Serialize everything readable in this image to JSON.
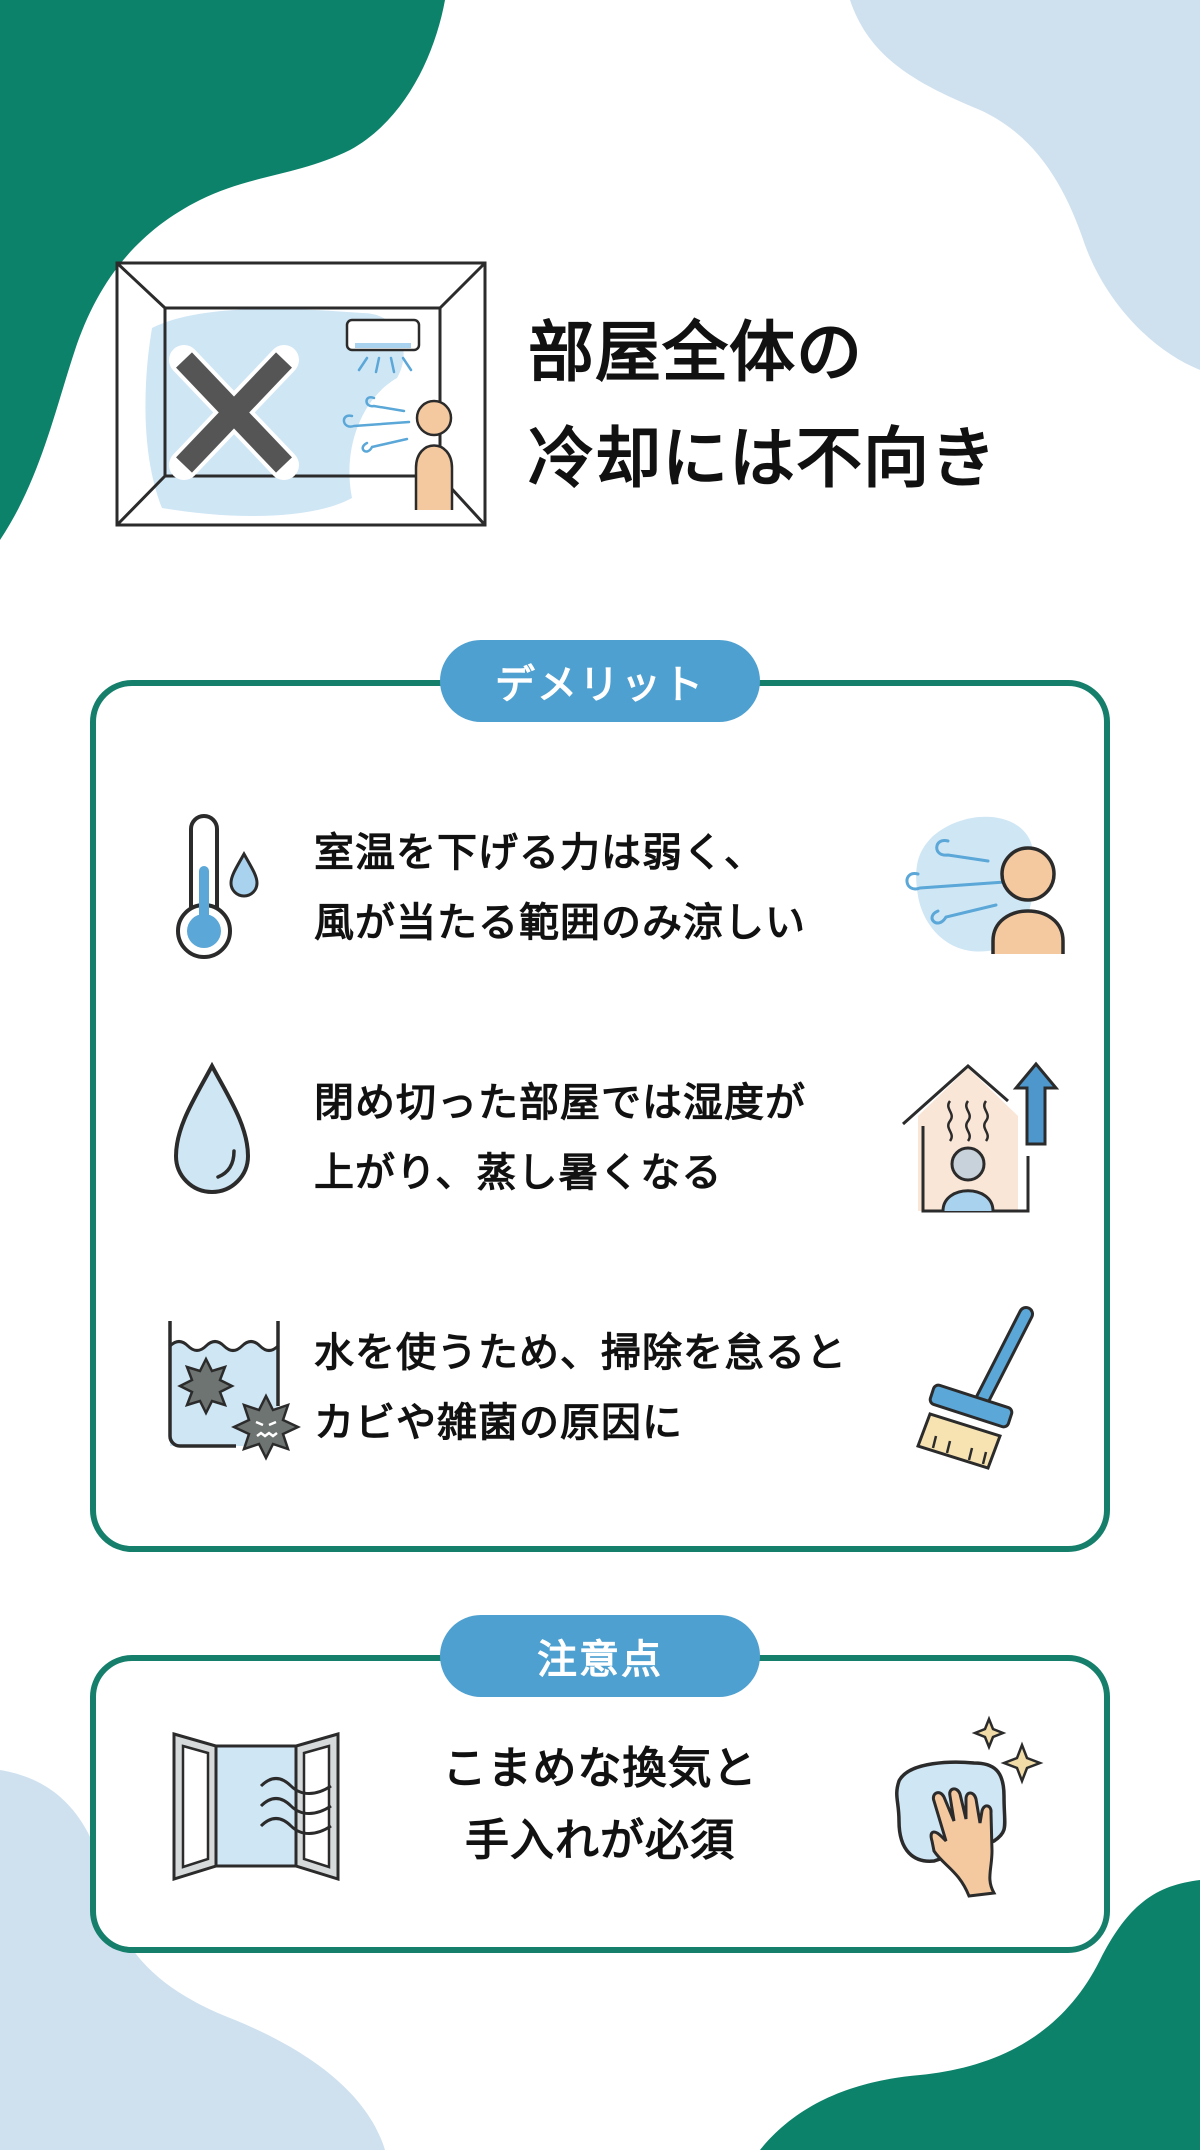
{
  "colors": {
    "brand_green": "#0b8269",
    "card_border": "#157f6c",
    "pill_blue": "#4ea0d0",
    "pale_blue": "#cfe1ef",
    "icon_blue": "#5aa7d8",
    "light_blue_fill": "#cfe6f5",
    "skin": "#f4c9a0",
    "outline": "#2b2b2b",
    "text": "#111111"
  },
  "hero": {
    "title_line1": "部屋全体の",
    "title_line2": "冷却には不向き",
    "illustration": "room-with-aircon-and-x-mark"
  },
  "demerit": {
    "label": "デメリット",
    "items": [
      {
        "line1": "室温を下げる力は弱く、",
        "line2": "風が当たる範囲のみ涼しい",
        "icon_left": "thermometer-icon",
        "icon_right": "wind-person-icon"
      },
      {
        "line1": "閉め切った部屋では湿度が",
        "line2": "上がり、蒸し暑くなる",
        "icon_left": "water-drop-icon",
        "icon_right": "humid-house-icon"
      },
      {
        "line1": "水を使うため、掃除を怠ると",
        "line2": "カビや雑菌の原因に",
        "icon_left": "germ-tank-icon",
        "icon_right": "broom-icon"
      }
    ]
  },
  "caution": {
    "label": "注意点",
    "line1": "こまめな換気と",
    "line2": "手入れが必須",
    "icon_left": "open-window-icon",
    "icon_right": "cleaning-cloth-icon"
  }
}
